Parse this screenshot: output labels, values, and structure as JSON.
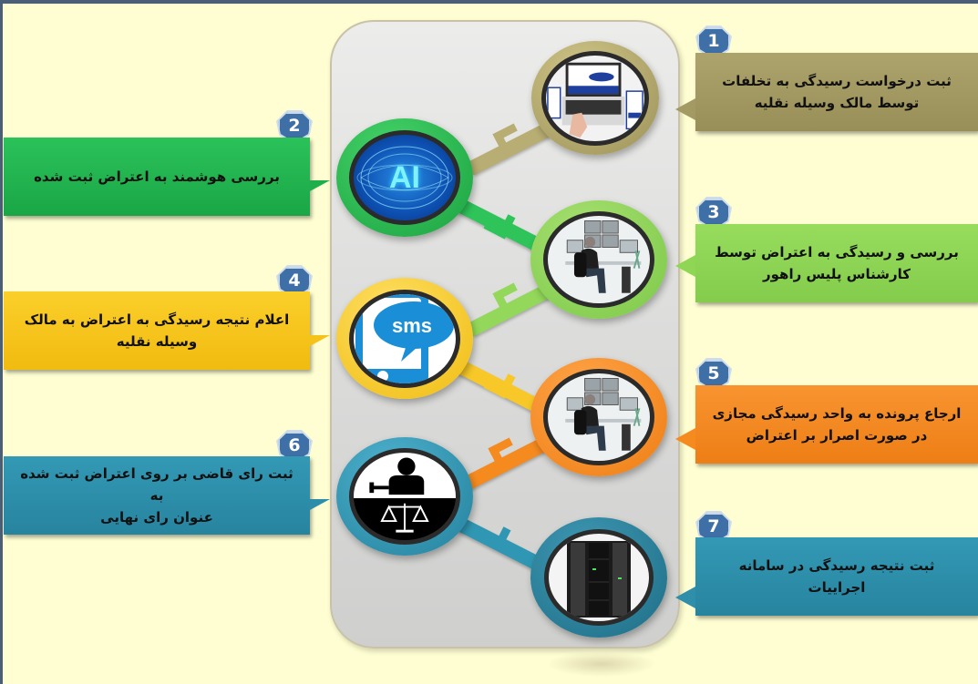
{
  "diagram": {
    "title": "",
    "background_color": "#fefed2",
    "panel_color": "#dcdcdb"
  },
  "steps": [
    {
      "number": "1",
      "label": "ثبت درخواست رسیدگی به تخلفات\nتوسط مالک وسیله نقلیه",
      "color": "#a39a63",
      "icon": "laptop-car-rental-icon",
      "side": "right"
    },
    {
      "number": "2",
      "label": "بررسی هوشمند به اعتراض ثبت شده",
      "color": "#22b84f",
      "icon": "ai-globe-icon",
      "side": "left"
    },
    {
      "number": "3",
      "label": "بررسی و رسیدگی به اعتراض توسط\nکارشناس پلیس راهور",
      "color": "#8ed654",
      "icon": "operator-monitors-icon",
      "side": "right"
    },
    {
      "number": "4",
      "label": "اعلام نتیجه رسیدگی به اعتراض  به مالک\nوسیله نقلیه",
      "color": "#f7c51a",
      "icon": "sms-icon",
      "side": "left"
    },
    {
      "number": "5",
      "label": "ارجاع پرونده به واحد رسیدگی مجازی\nدر صورت اصرار بر اعتراض",
      "color": "#f58a1f",
      "icon": "operator-monitors-icon",
      "side": "right"
    },
    {
      "number": "6",
      "label": "ثبت رای قاضی بر روی اعتراض ثبت شده به\nعنوان رای نهایی",
      "color": "#2f8fab",
      "icon": "judge-scales-icon",
      "side": "left"
    },
    {
      "number": "7",
      "label": "ثبت نتیجه رسیدگی در سامانه اجراییات",
      "color": "#2f8fab",
      "icon": "server-rack-icon",
      "side": "right"
    }
  ],
  "icons": {
    "ai_text": "AI",
    "sms_text": "sms"
  }
}
